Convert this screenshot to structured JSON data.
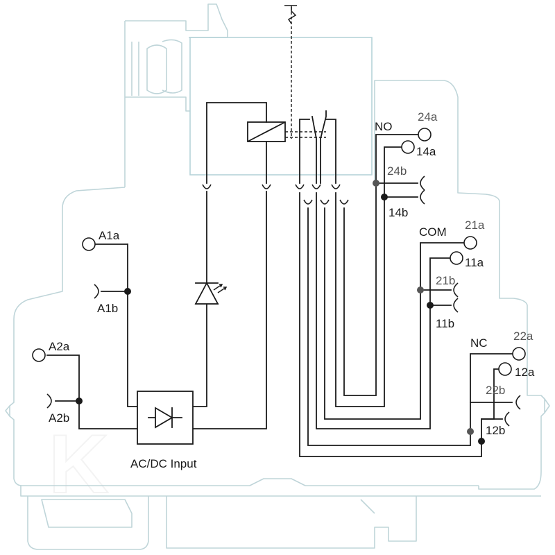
{
  "terminals": {
    "a1a": "A1a",
    "a1b": "A1b",
    "a2a": "A2a",
    "a2b": "A2b",
    "t24a": "24a",
    "t14a": "14a",
    "t24b": "24b",
    "t14b": "14b",
    "t21a": "21a",
    "t11a": "11a",
    "t21b": "21b",
    "t11b": "11b",
    "t22a": "22a",
    "t12a": "12a",
    "t22b": "22b",
    "t12b": "12b"
  },
  "contacts": {
    "no": "NO",
    "com": "COM",
    "nc": "NC"
  },
  "input": {
    "caption": "AC/DC Input"
  },
  "watermark": "K",
  "colors": {
    "wire": "#1a1a1a",
    "housing": "#bfd5d9",
    "secondary_label": "#555555"
  }
}
